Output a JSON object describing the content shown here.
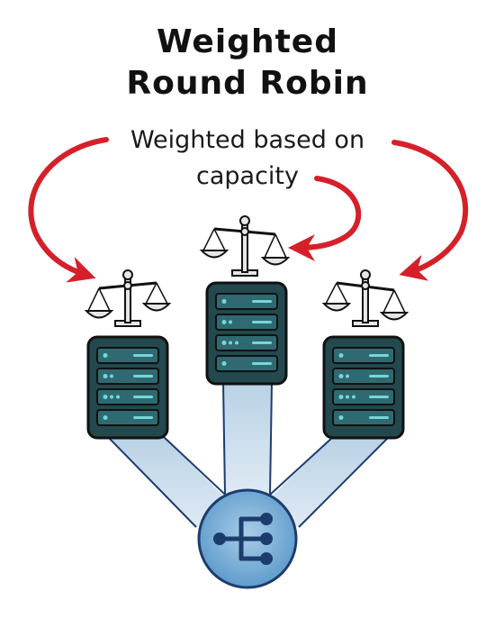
{
  "title": {
    "line1": "Weighted",
    "line2": "Round Robin"
  },
  "annotation": {
    "line1": "Weighted based on",
    "line2": "capacity"
  },
  "colors": {
    "arrow": "#d5202a",
    "server_body": "#23484d",
    "server_outline": "#111111",
    "server_slot": "#3c8f98",
    "server_light": "#78d6d6",
    "beam": "#c9dcea",
    "beam_edge": "#1d3c6e",
    "balancer_fill": "#6fa9d3",
    "balancer_edge": "#1d3c6e",
    "balancer_icon": "#1d3c6e",
    "scale": "#e6e6e6"
  },
  "icons": {
    "arrows": "curved-arrow-icon",
    "scales": "balance-scale-icon",
    "servers": "server-rack-icon",
    "balancer": "load-balancer-icon"
  }
}
